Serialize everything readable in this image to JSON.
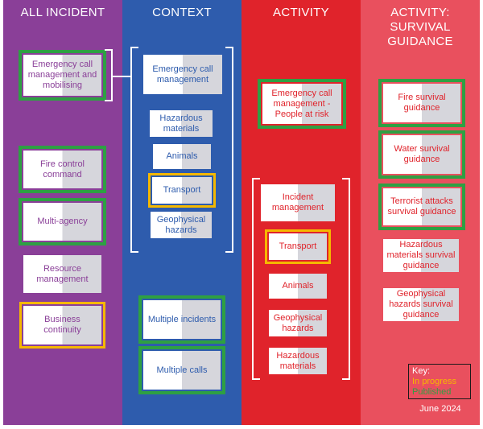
{
  "columns": {
    "all_incident": {
      "title": "ALL INCIDENT"
    },
    "context": {
      "title": "CONTEXT"
    },
    "activity": {
      "title": "ACTIVITY"
    },
    "survival": {
      "title": "ACTIVITY:\nSURVIVAL\nGUIDANCE"
    }
  },
  "cards": {
    "emergency_call_mgmt_mobilising": {
      "label": "Emergency call management and mobilising",
      "status": "published"
    },
    "fire_control_command": {
      "label": "Fire control command",
      "status": "published"
    },
    "multi_agency": {
      "label": "Multi-agency",
      "status": "published"
    },
    "resource_management": {
      "label": "Resource management",
      "status": "none"
    },
    "business_continuity": {
      "label": "Business continuity",
      "status": "in-progress"
    },
    "ctx_emergency_call_mgmt": {
      "label": "Emergency call management",
      "status": "none"
    },
    "ctx_hazardous_materials": {
      "label": "Hazardous materials",
      "status": "none"
    },
    "ctx_animals": {
      "label": "Animals",
      "status": "none"
    },
    "ctx_transport": {
      "label": "Transport",
      "status": "in-progress"
    },
    "ctx_geophysical_hazards": {
      "label": "Geophysical hazards",
      "status": "none"
    },
    "multiple_incidents": {
      "label": "Multiple incidents",
      "status": "published"
    },
    "multiple_calls": {
      "label": "Multiple calls",
      "status": "published"
    },
    "act_emergency_call_people_at_risk": {
      "label": "Emergency call management - People at risk",
      "status": "published"
    },
    "act_incident_management": {
      "label": "Incident management",
      "status": "none"
    },
    "act_transport": {
      "label": "Transport",
      "status": "in-progress"
    },
    "act_animals": {
      "label": "Animals",
      "status": "none"
    },
    "act_geophysical_hazards": {
      "label": "Geophysical hazards",
      "status": "none"
    },
    "act_hazardous_materials": {
      "label": "Hazardous materials",
      "status": "none"
    },
    "fire_survival_guidance": {
      "label": "Fire survival guidance",
      "status": "published"
    },
    "water_survival_guidance": {
      "label": "Water survival guidance",
      "status": "published"
    },
    "terrorist_attacks_survival_guidance": {
      "label": "Terrorist attacks survival guidance",
      "status": "published"
    },
    "hazardous_materials_survival_guidance": {
      "label": "Hazardous materials survival guidance",
      "status": "none"
    },
    "geophysical_hazards_survival_guidance": {
      "label": "Geophysical hazards survival guidance",
      "status": "none"
    }
  },
  "key": {
    "title": "Key:",
    "in_progress": "In progress",
    "published": "Published"
  },
  "date": "June 2024",
  "colors": {
    "all_incident": "#8a3f98",
    "context": "#2e5cad",
    "activity": "#e0232b",
    "survival": "#e9505e",
    "published_border": "#2ea043",
    "in_progress_border": "#f5b800"
  }
}
